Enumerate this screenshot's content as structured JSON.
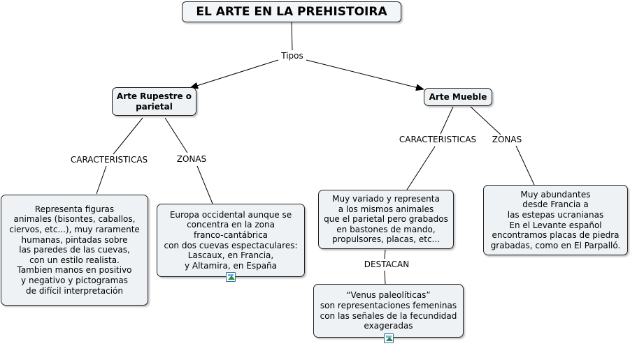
{
  "title": "EL ARTE EN LA PREHISTOIRA",
  "links": {
    "tipos": "Tipos",
    "caracteristicas_left": "CARACTERISTICAS",
    "zonas_left": "ZONAS",
    "caracteristicas_right": "CARACTERISTICAS",
    "zonas_right": "ZONAS",
    "destacan": "DESTACAN"
  },
  "nodes": {
    "arte_rupestre": "Arte Rupestre o\nparietal",
    "arte_mueble": "Arte Mueble",
    "rupestre_caracteristicas": "Representa figuras\nanimales (bisontes, caballos,\nciervos, etc...), muy raramente\nhumanas, pintadas sobre\nlas paredes de las cuevas,\ncon un estilo realista.\nTambien manos en positivo\ny negativo y pictogramas\nde difícil interpretación",
    "rupestre_zonas": "Europa occidental aunque se\nconcentra en la zona\nfranco-cantábrica\ncon dos cuevas espectaculares:\nLascaux, en Francia,\ny Altamira, en España",
    "mueble_caracteristicas": "Muy variado y representa\na los mismos animales\nque el parietal pero grabados\nen bastones de mando,\npropulsores, placas, etc...",
    "mueble_zonas": "Muy abundantes\ndesde Francia a\nlas estepas ucranianas\nEn el Levante español\nencontramos placas de piedra\ngrabadas, como en El Parpalló.",
    "venus": "“Venus paleolíticas”\nson representaciones femeninas\ncon las señales de la fecundidad\nexageradas"
  },
  "icons": [
    "image-attachment-icon",
    "image-attachment-icon"
  ]
}
